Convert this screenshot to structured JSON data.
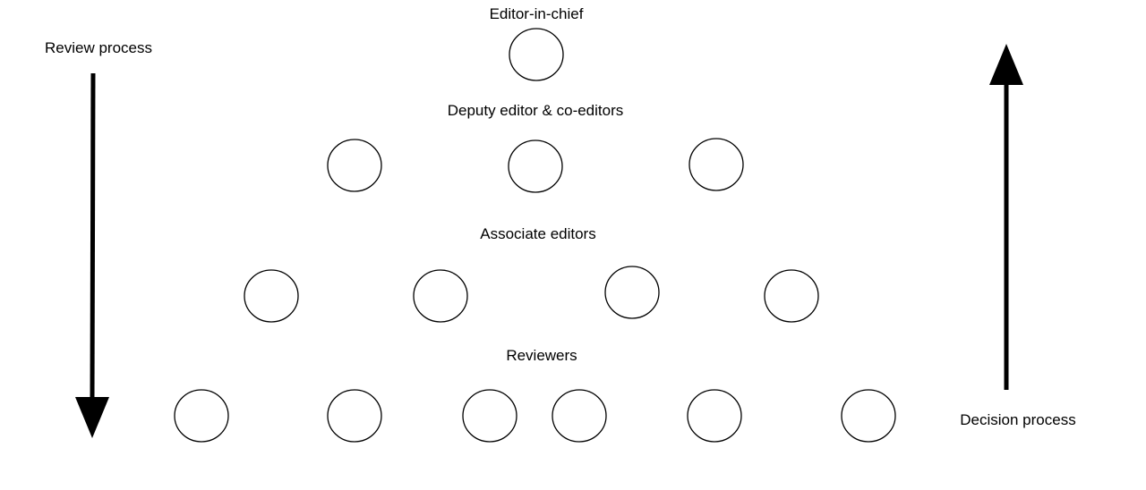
{
  "colors": {
    "background": "#ffffff",
    "stroke": "#000000"
  },
  "levels": {
    "editor_in_chief": {
      "label": "Editor-in-chief",
      "node_count": 1
    },
    "deputy_editors": {
      "label": "Deputy editor & co-editors",
      "node_count": 3
    },
    "associate_editors": {
      "label": "Associate editors",
      "node_count": 4
    },
    "reviewers": {
      "label": "Reviewers",
      "node_count": 6
    }
  },
  "arrows": {
    "review_process": {
      "label": "Review process",
      "direction": "down"
    },
    "decision_process": {
      "label": "Decision process",
      "direction": "up"
    }
  }
}
